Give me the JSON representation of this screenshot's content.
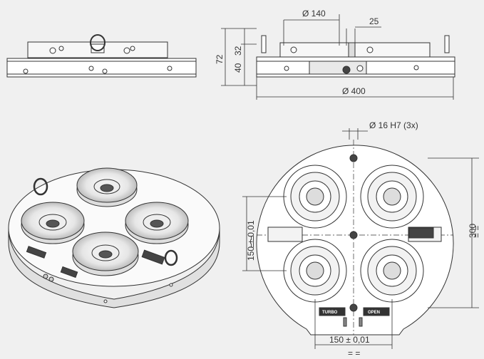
{
  "drawing": {
    "dimensions": {
      "d140": "Ø 140",
      "d25": "25",
      "d72": "72",
      "d32": "32",
      "d40": "40",
      "d400": "Ø 400",
      "d16": "Ø 16 H7 (3x)",
      "d300": "300",
      "d150v": "150 ± 0,01",
      "d150h": "150 ± 0,01",
      "eqmark": "= ="
    },
    "labels": {
      "turbo": "TURBO",
      "open": "OPEN"
    },
    "colors": {
      "background": "#f0f0f0",
      "line": "#333333",
      "part": "#ffffff",
      "shade": "#d9d9d9"
    }
  }
}
